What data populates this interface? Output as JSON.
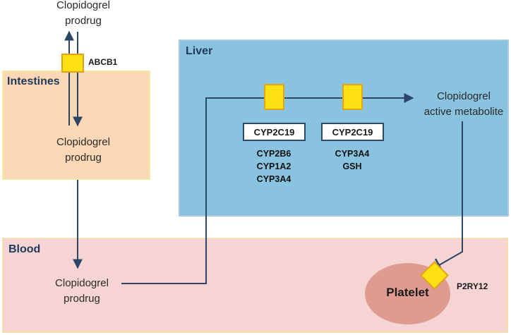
{
  "regions": {
    "intestines": "Intestines",
    "liver": "Liver",
    "blood": "Blood"
  },
  "drugs": {
    "top": [
      "Clopidogrel",
      "prodrug"
    ],
    "intestine": [
      "Clopidogrel",
      "prodrug"
    ],
    "blood": [
      "Clopidogrel",
      "prodrug"
    ],
    "active": [
      "Clopidogrel",
      "active metabolite"
    ]
  },
  "enzymes": {
    "step1": {
      "main": "CYP2C19",
      "others": [
        "CYP2B6",
        "CYP1A2",
        "CYP3A4"
      ]
    },
    "step2": {
      "main": "CYP2C19",
      "others": [
        "CYP3A4",
        "GSH"
      ]
    }
  },
  "transporters": {
    "abcb1": "ABCB1",
    "p2ry12": "P2RY12"
  },
  "platelet": "Platelet",
  "colors": {
    "arrow": "#2c4668",
    "transporter_fill": "#ffe013",
    "transporter_border": "#e0a31a"
  }
}
